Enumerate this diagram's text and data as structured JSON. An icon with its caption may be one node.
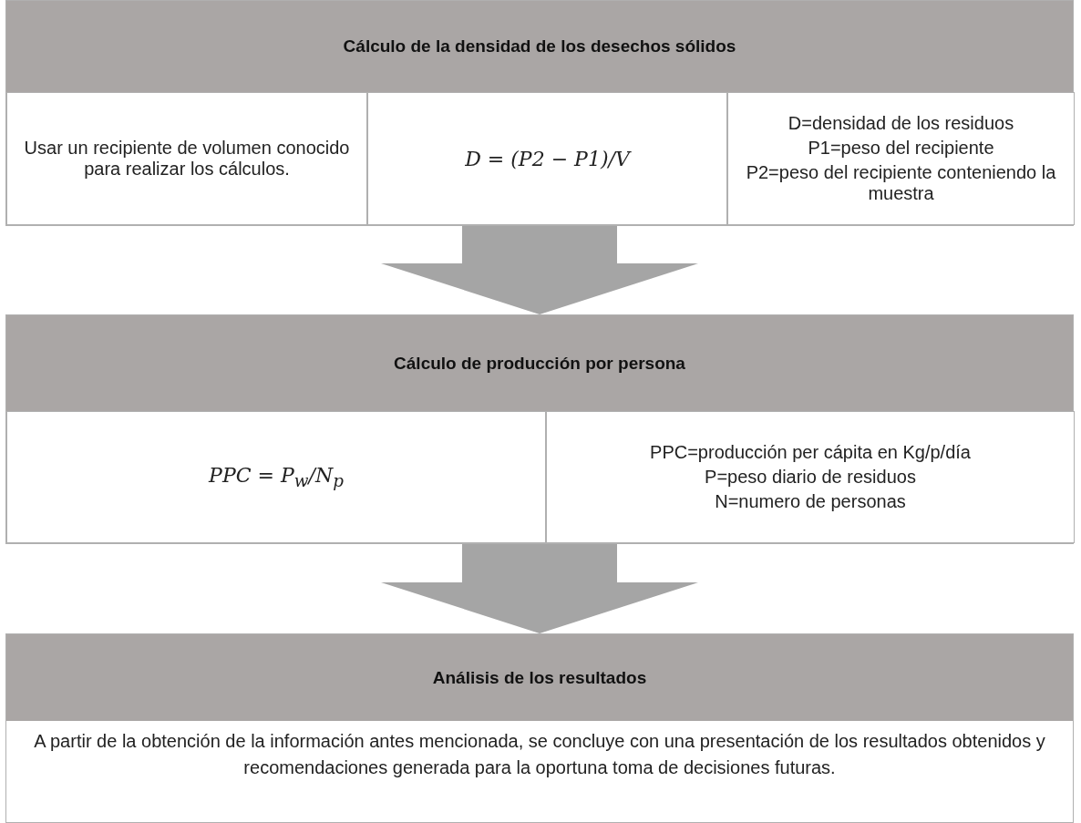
{
  "diagram": {
    "nodes": [
      {
        "text": [
          "Cálculo de la densidad de los desechos sólidos"
        ]
      },
      {
        "text": [
          "Usar un recipiente de volumen conocido para realizar los cálculos."
        ],
        "in": 0
      },
      {
        "text": [
          "D = (P2 − P1)/V"
        ],
        "in": 0
      },
      {
        "text": [
          "D=densidad de los residuos",
          "P1=peso del recipiente",
          "P2=peso del recipiente conteniendo la muestra"
        ],
        "in": 0
      },
      {
        "text": [
          "Cálculo de producción por persona"
        ]
      },
      {
        "text": [
          "PPC = P$_{w}$/N$_{p}$"
        ],
        "in": 4
      },
      {
        "text": [
          "PPC=producción per cápita en Kg/p/día",
          "P=peso diario de residuos",
          "N=numero de personas"
        ],
        "in": 4
      },
      {
        "text": [
          "Análisis de los resultados",
          "A partir de la obtención de la información antes mencionada, se concluye con una presentación de los resultados obtenidos y recomendaciones generada para la oportuna toma de decisiones futuras."
        ]
      }
    ],
    "edges": [
      {
        "from": 0,
        "to": 4,
        "arrow": "to"
      },
      {
        "from": 4,
        "to": 7,
        "arrow": "to"
      }
    ]
  }
}
